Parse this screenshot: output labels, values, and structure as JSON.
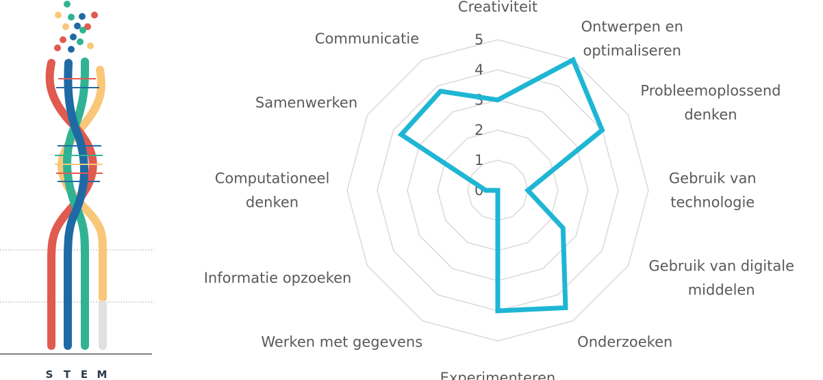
{
  "logo": {
    "letters": [
      "S",
      "T",
      "E",
      "M"
    ],
    "colors": {
      "red": "#e05a4f",
      "blue": "#1f6aa5",
      "green": "#2fb394",
      "yellow": "#f9c77a",
      "gray": "#e0e0e0"
    }
  },
  "chart_data": {
    "type": "radar",
    "title": "",
    "axes": [
      "Creativiteit",
      "Ontwerpen en optimaliseren",
      "Probleemoplossend denken",
      "Gebruik van technologie",
      "Gebruik van digitale middelen",
      "Onderzoeken",
      "Experimenteren",
      "Werken met gegevens",
      "Informatie opzoeken",
      "Computationeel denken",
      "Samenwerken",
      "Communicatie"
    ],
    "axis_label_lines": [
      [
        "Creativiteit"
      ],
      [
        "Ontwerpen en",
        "optimaliseren"
      ],
      [
        "Probleemoplossend",
        "denken"
      ],
      [
        "Gebruik van",
        "technologie"
      ],
      [
        "Gebruik van digitale",
        "middelen"
      ],
      [
        "Onderzoeken"
      ],
      [
        "Experimenteren"
      ],
      [
        "Werken met gegevens"
      ],
      [
        "Informatie opzoeken"
      ],
      [
        "Computationeel",
        "denken"
      ],
      [
        "Samenwerken"
      ],
      [
        "Communicatie"
      ]
    ],
    "series": [
      {
        "values": [
          3,
          5,
          4,
          1,
          2.5,
          4.5,
          4,
          0,
          0,
          0.4,
          3.7,
          3.8
        ]
      }
    ],
    "rlim": [
      0,
      5
    ],
    "ticks": [
      "0",
      "1",
      "2",
      "3",
      "4",
      "5"
    ],
    "line_color": "#1fb6d4",
    "grid_color": "#d9d9d9",
    "grid": true,
    "legend": "none"
  }
}
